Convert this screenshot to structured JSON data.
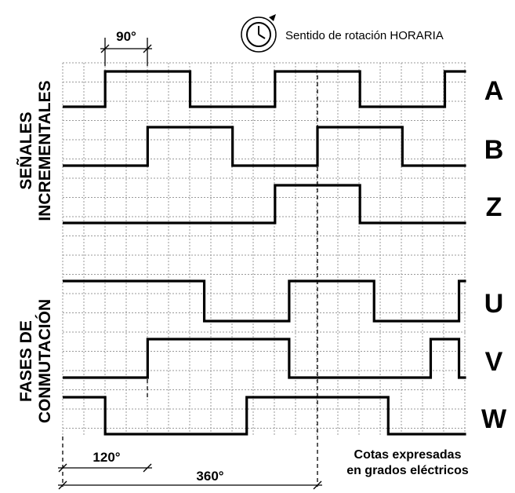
{
  "rotation": {
    "icon": "clockwise-clock-icon",
    "text": "Sentido de rotación HORARIA"
  },
  "groups": {
    "incremental": [
      "SEÑALES",
      "INCREMENTALES"
    ],
    "commutation": [
      "FASES DE",
      "CONMUTACIÓN"
    ]
  },
  "signals": [
    {
      "name": "A",
      "initial": 0,
      "edges_deg": [
        90,
        270,
        450,
        630,
        810
      ]
    },
    {
      "name": "B",
      "initial": 0,
      "edges_deg": [
        180,
        360,
        540,
        720
      ]
    },
    {
      "name": "Z",
      "initial": 0,
      "edges_deg": [
        450,
        630
      ]
    },
    {
      "name": "U",
      "initial": 1,
      "edges_deg": [
        300,
        480,
        660,
        840
      ]
    },
    {
      "name": "V",
      "initial": 0,
      "edges_deg": [
        180,
        480,
        780,
        840
      ]
    },
    {
      "name": "W",
      "initial": 1,
      "edges_deg": [
        90,
        390,
        690
      ]
    }
  ],
  "dimensions": {
    "quadrature": "90°",
    "phase_step": "120°",
    "period": "360°"
  },
  "note": [
    "Cotas expresadas",
    "en grados eléctricos"
  ]
}
